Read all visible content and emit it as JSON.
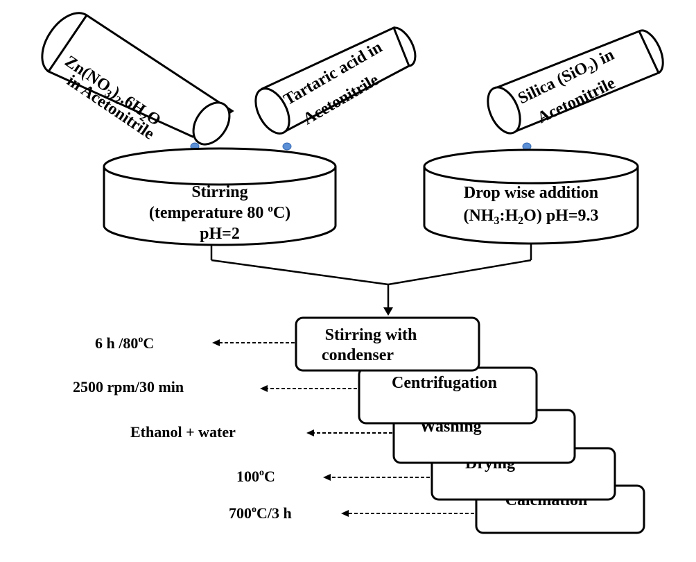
{
  "tubes": {
    "zinc": {
      "line1": "Zn(NO",
      "line1_sub": "3",
      "line1_mid": ")",
      "line1_sub2": "2",
      "line1_end": ".6H",
      "line1_sub3": "2",
      "line1_tail": "O",
      "line2": "in Acetonitrile"
    },
    "tartaric": {
      "line1": "Tartaric acid in",
      "line2": "Acetonitrile"
    },
    "silica": {
      "line1_pre": "Silica (SiO",
      "line1_sub": "2",
      "line1_post": ") in",
      "line2": "Acetonitrile"
    }
  },
  "beakers": {
    "left": {
      "line1": "Stirring",
      "line2_pre": "(temperature 80 ",
      "line2_sup": "o",
      "line2_post": "C)",
      "line3": "pH=2"
    },
    "right": {
      "line1": "Drop wise addition",
      "line2_pre": "(NH",
      "line2_sub1": "3",
      "line2_mid": ":H",
      "line2_sub2": "2",
      "line2_post": "O) pH=9.3"
    }
  },
  "steps": [
    {
      "label_line1": "Stirring with",
      "label_line2": "condenser",
      "condition_pre": "6 h /80",
      "condition_sup": "o",
      "condition_post": "C"
    },
    {
      "label_line1": "Centrifugation",
      "condition_pre": "2500 rpm/30 min"
    },
    {
      "label_line1": "Washing",
      "condition_pre": "Ethanol + water"
    },
    {
      "label_line1": "Drying",
      "condition_pre": "100",
      "condition_sup": "o",
      "condition_post": "C"
    },
    {
      "label_line1": "Calcination",
      "condition_pre": "700",
      "condition_sup": "o",
      "condition_post": "C/3 h"
    }
  ],
  "colors": {
    "drop": "#5b8fd6",
    "drop_stroke": "#3a6db5",
    "line": "#000000"
  }
}
